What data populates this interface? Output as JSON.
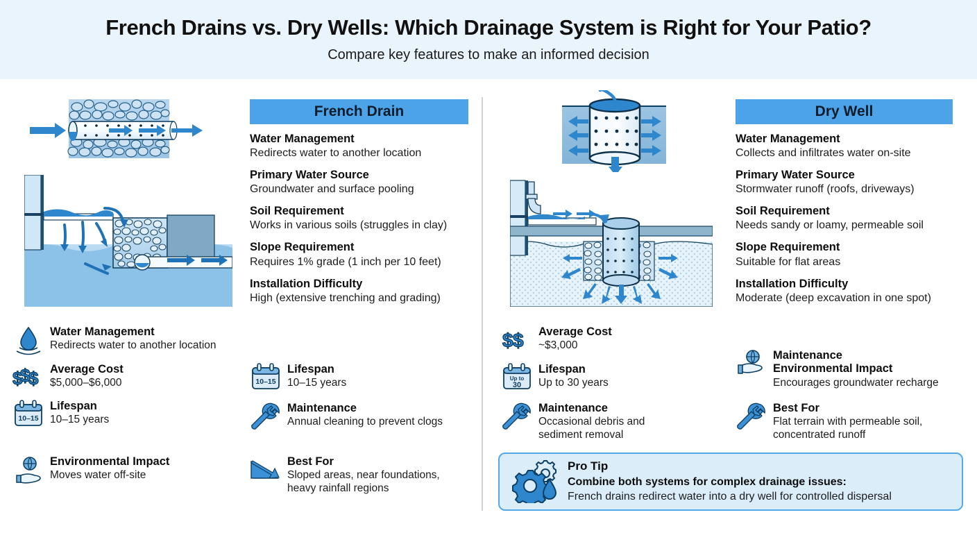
{
  "header": {
    "title": "French Drains vs. Dry Wells: Which Drainage System is Right for Your Patio?",
    "subtitle": "Compare key features to make an informed decision"
  },
  "colors": {
    "accent": "#4da3e8",
    "header_bg": "#eaf4fc",
    "icon_blue": "#3c91d6",
    "protip_bg": "#dcedfa",
    "protip_border": "#55a8e8",
    "divider": "#d2d2d2",
    "text": "#111111"
  },
  "french_drain": {
    "column_title": "French Drain",
    "specs": [
      {
        "label": "Water Management",
        "value": "Redirects water to another location"
      },
      {
        "label": "Primary Water Source",
        "value": "Groundwater and surface pooling"
      },
      {
        "label": "Soil Requirement",
        "value": "Works in various soils (struggles in clay)"
      },
      {
        "label": "Slope Requirement",
        "value": "Requires 1% grade (1 inch per 10 feet)"
      },
      {
        "label": "Installation Difficulty",
        "value": "High (extensive trenching and grading)"
      }
    ],
    "facts_left": [
      {
        "icon": "water-drop-icon",
        "label": "Water Management",
        "value": "Redirects water to another  location"
      },
      {
        "icon": "dollar-triple-icon",
        "label": "Average Cost",
        "value": "$5,000–$6,000"
      },
      {
        "icon": "calendar-icon",
        "icon_text": "10–15",
        "label": "Lifespan",
        "value": "10–15 years"
      },
      {
        "icon": "globe-hand-icon",
        "label": "Environmental Impact",
        "value": "Moves water off-site"
      }
    ],
    "facts_right": [
      {
        "icon": "calendar-icon",
        "icon_text": "10–15",
        "label": "Lifespan",
        "value": "10–15 years"
      },
      {
        "icon": "wrench-icon",
        "label": "Maintenance",
        "value": "Annual cleaning to prevent clogs"
      },
      {
        "icon": "slope-arrow-icon",
        "label": "Best For",
        "value": "Sloped areas, near foundations,\nheavy rainfall regions"
      }
    ]
  },
  "dry_well": {
    "column_title": "Dry Well",
    "specs": [
      {
        "label": "Water Management",
        "value": "Collects and infiltrates water on-site"
      },
      {
        "label": "Primary Water Source",
        "value": "Stormwater runoff (roofs, driveways)"
      },
      {
        "label": "Soil Requirement",
        "value": "Needs sandy or loamy, permeable soil"
      },
      {
        "label": "Slope Requirement",
        "value": "Suitable for flat areas"
      },
      {
        "label": "Installation Difficulty",
        "value": "Moderate (deep excavation in one spot)"
      }
    ],
    "facts_left": [
      {
        "icon": "dollar-double-icon",
        "label": "Average Cost",
        "value": "~$3,000"
      },
      {
        "icon": "calendar-icon",
        "icon_text_top": "Up to",
        "icon_text": "30",
        "label": "Lifespan",
        "value": "Up to 30 years"
      },
      {
        "icon": "wrench-icon",
        "label": "Maintenance",
        "value": "Occasional debris and\nsediment removal"
      }
    ],
    "facts_right": [
      {
        "icon": "globe-hand-icon",
        "label": "Maintenance",
        "label2": "Environmental Impact",
        "value": "Encourages groundwater recharge"
      },
      {
        "icon": "wrench-icon",
        "label": "Best For",
        "value": "Flat terrain with permeable soil,\nconcentrated runoff"
      }
    ]
  },
  "pro_tip": {
    "icon": "gear-drop-icon",
    "title": "Pro Tip",
    "headline": "Combine both systems for complex drainage issues:",
    "body": "French drains redirect water into a dry well for controlled dispersal"
  }
}
